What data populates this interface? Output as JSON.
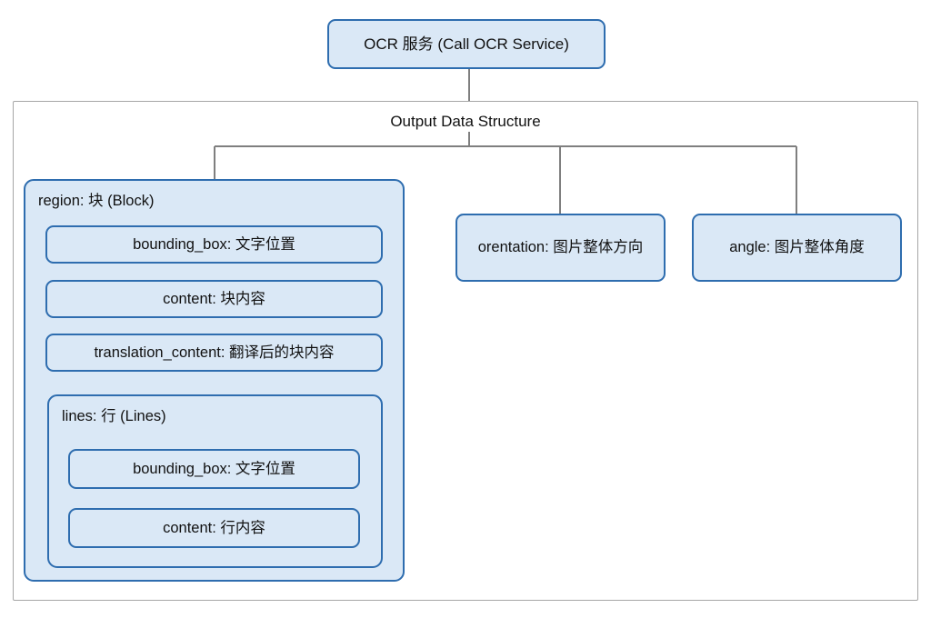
{
  "diagram": {
    "root": {
      "label": "OCR 服务 (Call OCR Service)"
    },
    "group": {
      "title": "Output Data Structure"
    },
    "region": {
      "label": "region: 块 (Block)",
      "fields": [
        {
          "label": "bounding_box: 文字位置"
        },
        {
          "label": "content: 块内容"
        },
        {
          "label": "translation_content: 翻译后的块内容"
        }
      ],
      "lines": {
        "label": "lines: 行 (Lines)",
        "fields": [
          {
            "label": "bounding_box: 文字位置"
          },
          {
            "label": "content: 行内容"
          }
        ]
      }
    },
    "siblings": [
      {
        "label": "orentation: 图片整体方向"
      },
      {
        "label": "angle: 图片整体角度"
      }
    ],
    "colors": {
      "node_fill": "#dae8f6",
      "node_border": "#2e6daf",
      "connector": "#7f7f7f",
      "frame_border": "#a6a6a6",
      "text": "#111111",
      "background": "#ffffff"
    }
  }
}
